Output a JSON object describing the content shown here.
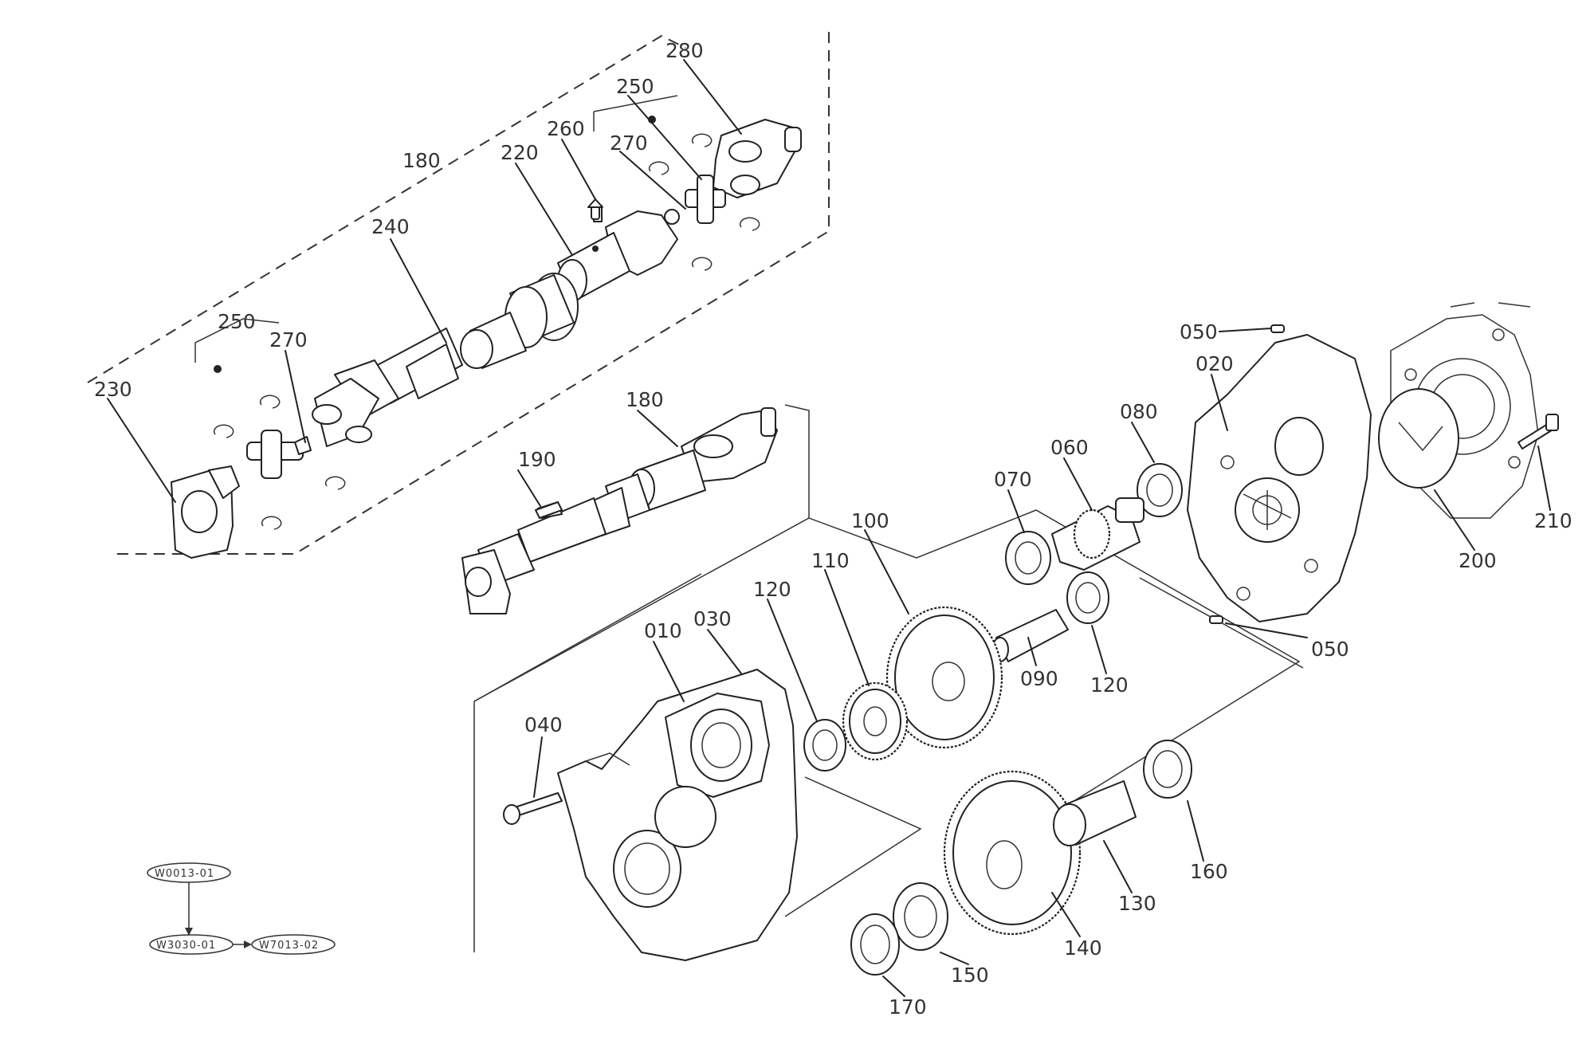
{
  "labels": {
    "l280": "280",
    "l250a": "250",
    "l260": "260",
    "l220": "220",
    "l270a": "270",
    "l180a": "180",
    "l240": "240",
    "l250b": "250",
    "l270b": "270",
    "l230": "230",
    "l180b": "180",
    "l190": "190",
    "l050a": "050",
    "l020": "020",
    "l080": "080",
    "l060": "060",
    "l070": "070",
    "l100": "100",
    "l110": "110",
    "l120a": "120",
    "l030": "030",
    "l010": "010",
    "l040": "040",
    "l090": "090",
    "l120b": "120",
    "l050b": "050",
    "l200": "200",
    "l210": "210",
    "l160": "160",
    "l130": "130",
    "l140": "140",
    "l150": "150",
    "l170": "170"
  },
  "references": {
    "r1": "W0013-01",
    "r2": "W3030-01",
    "r3": "W7013-02"
  },
  "colors": {
    "ink": "#222222",
    "paper": "#ffffff"
  }
}
